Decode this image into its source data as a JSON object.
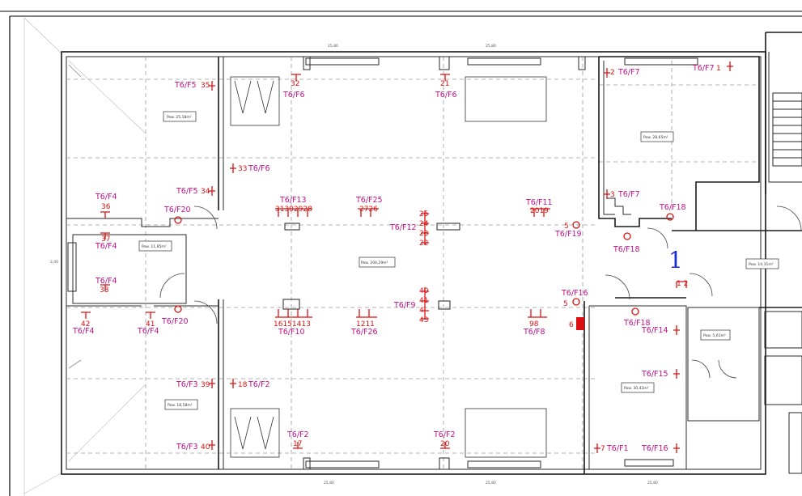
{
  "room_areas": {
    "r1": "Pow. 25,18m²",
    "r2": "Pow. 11,85m²",
    "r3": "Pow. 206,29m²",
    "r4": "Pow. 28,65m²",
    "r5": "Pow. 14,31m²",
    "r6": "Pow. 5,61m²",
    "r7": "Pow. 30,43m²",
    "r8": "Pow. 18,58m²"
  },
  "dims": {
    "top1": "25,80",
    "top2": "25,80",
    "bot1": "25,80",
    "bot2": "25,80",
    "bot3": "25,80",
    "side": "2,40"
  },
  "labels": {
    "f5a": "T6/F5",
    "n35": "35",
    "f6a": "T6/F6",
    "n32": "32",
    "f6b": "T6/F6",
    "n21": "21",
    "f6c": "T6/F6",
    "n33": "33",
    "f5b": "T6/F5",
    "n34": "34",
    "f4a": "T6/F4",
    "n36": "36",
    "f20a": "T6/F20",
    "f4b": "T6/F4",
    "n37": "37",
    "f4c": "T6/F4",
    "n38": "38",
    "f13": "T6/F13",
    "n_f13": "31302928",
    "f25": "T6/F25",
    "n_f25": "2726",
    "f12": "T6/F12",
    "n25": "25",
    "n24": "24",
    "n23": "23",
    "n22": "22",
    "f11": "T6/F11",
    "n_f11": "2019",
    "f19": "T6/F19",
    "n5a": "5",
    "f7a": "T6/F7",
    "n2": "2",
    "f7b": "T6/F7",
    "n1": "1",
    "f7c": "T6/F7",
    "n3": "3",
    "f18a": "T6/F18",
    "f18b": "T6/F18",
    "f16": "T6/F16",
    "n5b": "5",
    "f18c": "T6/F18",
    "f14": "T6/F14",
    "f15": "T6/F15",
    "f9": "T6/F9",
    "n40": "40",
    "n41": "41",
    "n4c": "4",
    "n43": "43",
    "f10": "T6/F10",
    "n_f10": "16151413",
    "f26": "T6/F26",
    "n_f26": "1211",
    "f8": "T6/F8",
    "n_f8": "98",
    "n42": "42",
    "f4d": "T6/F4",
    "n41b": "41",
    "f4e": "T6/F4",
    "f20b": "T6/F20",
    "f3a": "T6/F3",
    "n39": "39",
    "n18": "18",
    "f2a": "T6/F2",
    "f2b": "T6/F2",
    "n17": "17",
    "f2c": "T6/F2",
    "n20": "20",
    "f3b": "T6/F3",
    "n40b": "40",
    "f1": "T6/F1",
    "n7": "7",
    "f16b": "T6/F16",
    "n6": "6",
    "n12": "1 2"
  },
  "marker_big": "1",
  "colors": {
    "label": "#c0108a",
    "marker": "#dd1111",
    "entrance": "#1b2ccf"
  }
}
